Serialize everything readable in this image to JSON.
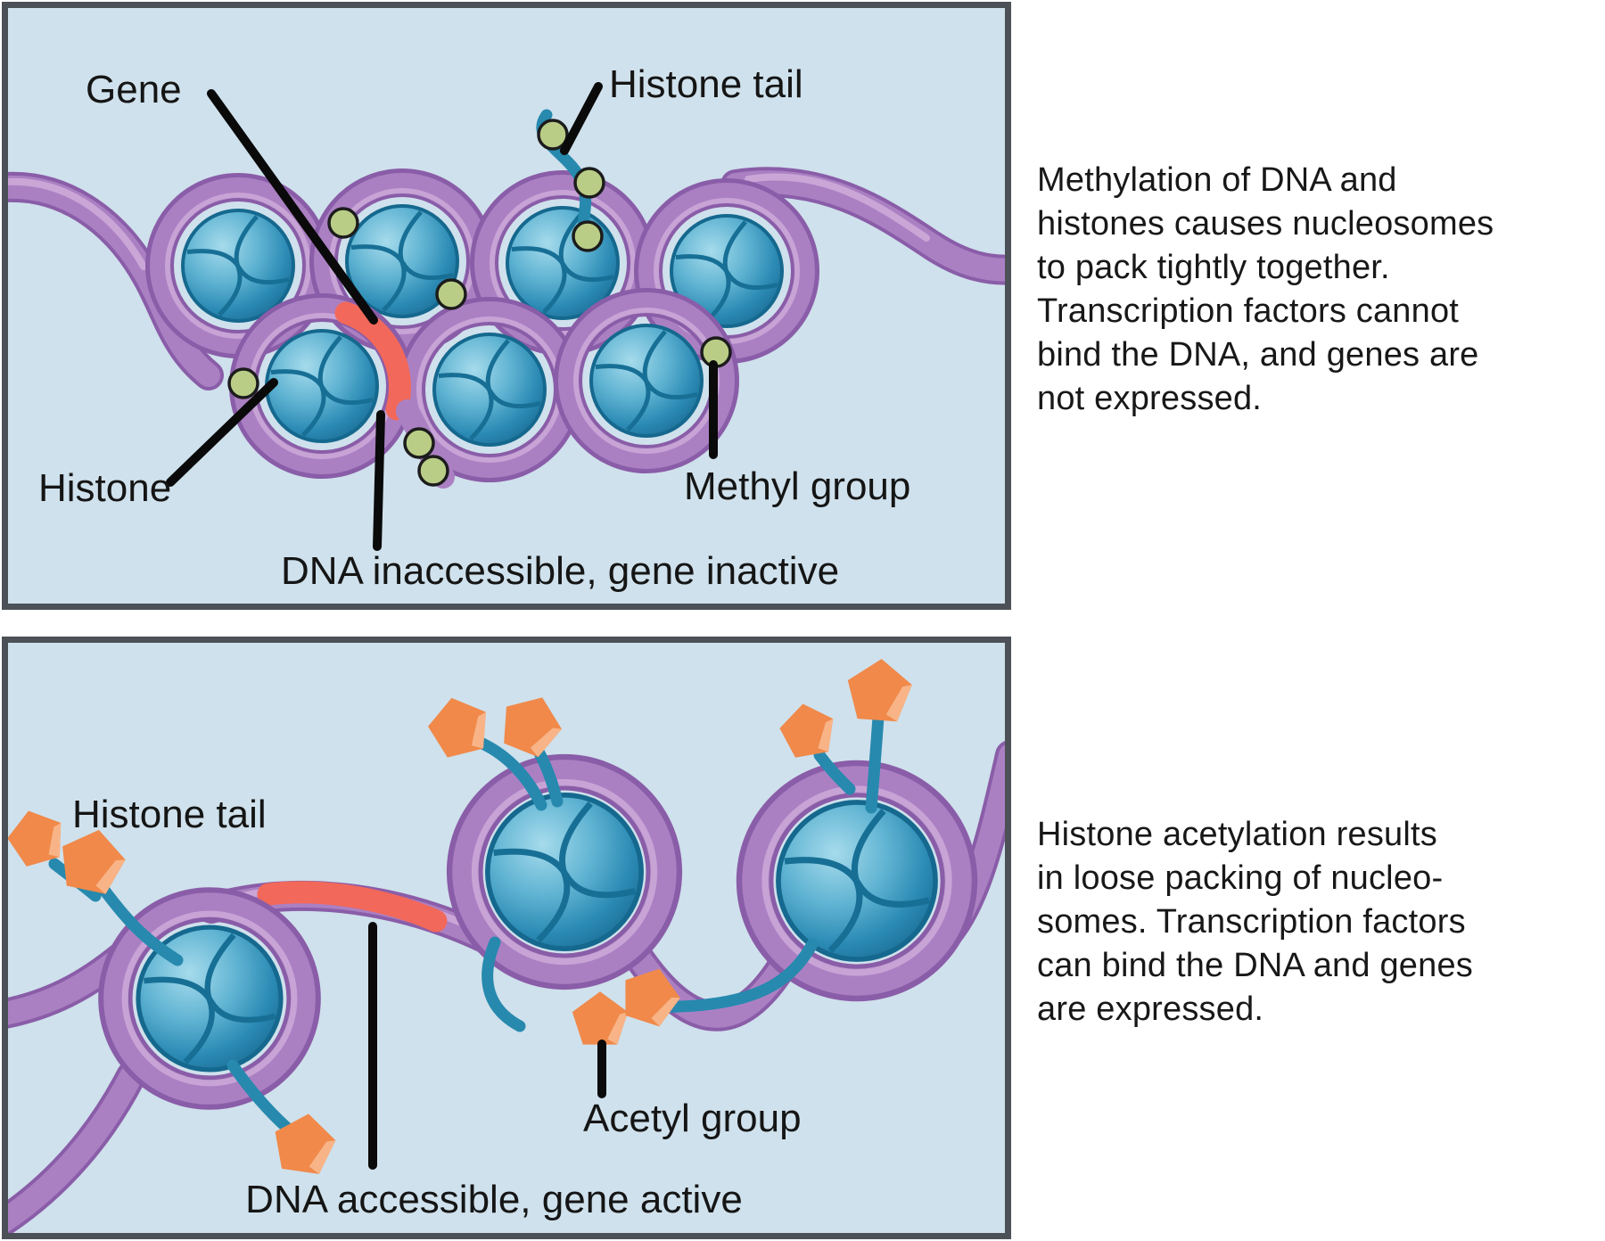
{
  "figure": {
    "top_panel": {
      "labels": {
        "gene": "Gene",
        "histone_tail": "Histone tail",
        "histone": "Histone",
        "methyl_group": "Methyl group",
        "caption": "DNA inaccessible, gene inactive"
      },
      "note": "Methylation of DNA and\nhistones causes nucleosomes\nto pack tightly together.\nTranscription factors cannot\nbind the DNA, and genes are\nnot expressed."
    },
    "bottom_panel": {
      "labels": {
        "histone_tail": "Histone tail",
        "acetyl_group": "Acetyl group",
        "caption": "DNA accessible, gene active"
      },
      "note": "Histone acetylation results\nin loose packing of nucleo-\nsomes. Transcription factors\ncan bind the DNA and genes\nare expressed."
    },
    "colors": {
      "panel_background": "#cfe1ec",
      "panel_border": "#4c5157",
      "dna_strand": "#ab80c3",
      "dna_strand_shadow": "#8a5da8",
      "dna_highlight": "#cdaad9",
      "histone_core": "#2e8cb6",
      "histone_tail": "#2789ae",
      "methyl_group": "#bacd86",
      "acetyl_group": "#f0894a",
      "gene_segment": "#f2685a",
      "label_text": "#1b1b1b"
    }
  }
}
